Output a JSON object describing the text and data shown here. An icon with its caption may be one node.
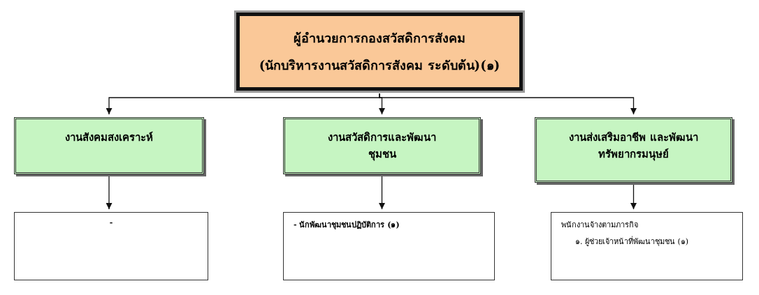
{
  "diagram": {
    "nodes": [
      {
        "text": [
          "ผู้อำนวยการกองสวัสดิการสังคม",
          "(นักบริหารงานสวัสดิการสังคม ระดับต้น)(๑)"
        ]
      },
      {
        "text": [
          "งานสังคมสงเคราะห์"
        ]
      },
      {
        "text": [
          "งานสวัสดิการและพัฒนาชุมชน"
        ]
      },
      {
        "text": [
          "งานส่งเสริมอาชีพ และพัฒนาทรัพยากรมนุษย์"
        ]
      },
      {
        "text": [
          "-"
        ]
      },
      {
        "text": [
          "- นักพัฒนาชุมชนปฏิบัติการ (๑)"
        ]
      },
      {
        "text": [
          "พนักงานจ้างตามภารกิจ",
          "๑. ผู้ช่วยเจ้าหน้าที่พัฒนาชุมชน (๑)"
        ]
      }
    ],
    "edges": [
      {
        "from": 0,
        "to": 1,
        "arrow": "to"
      },
      {
        "from": 0,
        "to": 2,
        "arrow": "to"
      },
      {
        "from": 0,
        "to": 3,
        "arrow": "to"
      },
      {
        "from": 1,
        "to": 4,
        "arrow": "to"
      },
      {
        "from": 2,
        "to": 5,
        "arrow": "to"
      },
      {
        "from": 3,
        "to": 6,
        "arrow": "to"
      }
    ]
  }
}
